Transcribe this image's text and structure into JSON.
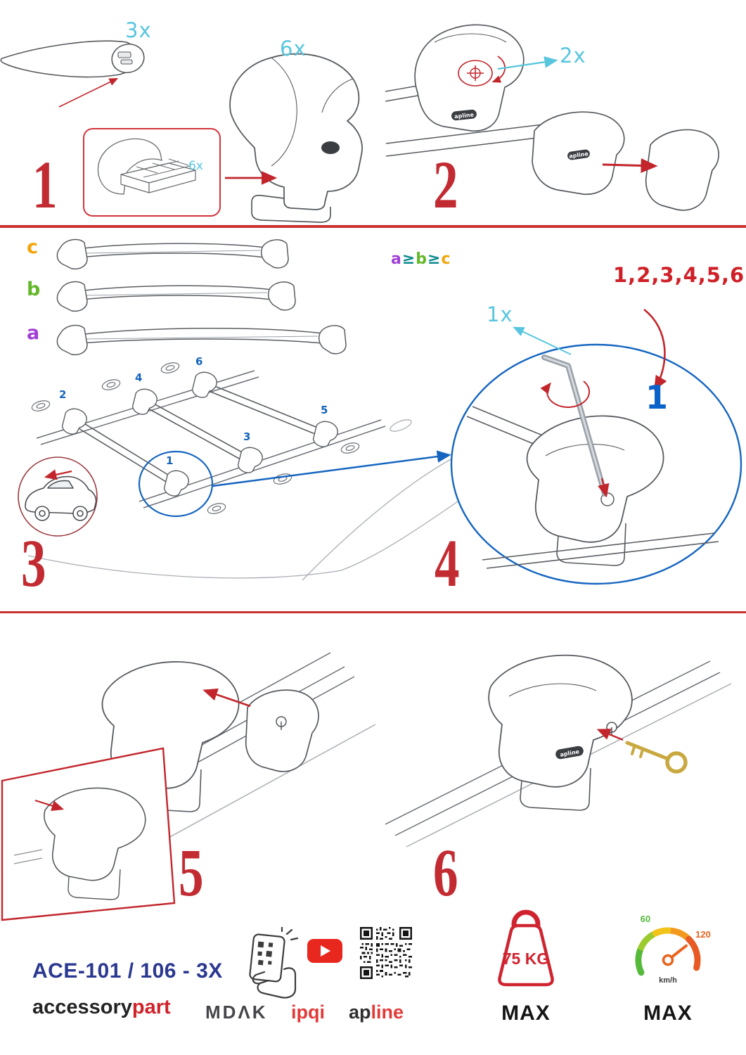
{
  "steps": {
    "s1": {
      "num": "1",
      "qty_bar": "3x",
      "qty_foot": "6x",
      "qty_pad": "6x"
    },
    "s2": {
      "num": "2",
      "qty_screw": "2x"
    },
    "s3": {
      "num": "3",
      "label_a": "a",
      "label_b": "b",
      "label_c": "c",
      "rule_a": "a",
      "rule_geq1": "≥",
      "rule_b": "b",
      "rule_geq2": "≥",
      "rule_c": "c",
      "positions": [
        "1",
        "2",
        "3",
        "4",
        "5",
        "6"
      ]
    },
    "s4": {
      "num": "4",
      "qty_key": "1x",
      "sequence": "1,2,3,4,5,6",
      "first": "1"
    },
    "s5": {
      "num": "5"
    },
    "s6": {
      "num": "6"
    }
  },
  "drawing_labels": {
    "apline": "apline"
  },
  "footer": {
    "product_code": "ACE-101 / 106 - 3X",
    "brand_black": "accessory",
    "brand_red": "part",
    "mdak": "MDΛK",
    "ipqi": "ipqi",
    "apline_black": "ap",
    "apline_red": "line",
    "weight_limit": "75 KG",
    "weight_max": "MAX",
    "speed_low": "60",
    "speed_high": "120",
    "speed_unit": "km/h",
    "speed_max": "MAX"
  },
  "colors": {
    "accent_red": "#c2262c",
    "cyan": "#58c6de",
    "blue": "#1565c0",
    "navy": "#2a3890",
    "purple_a": "#a03fd4",
    "green_b": "#63b82a",
    "orange_c": "#f2a50a"
  }
}
